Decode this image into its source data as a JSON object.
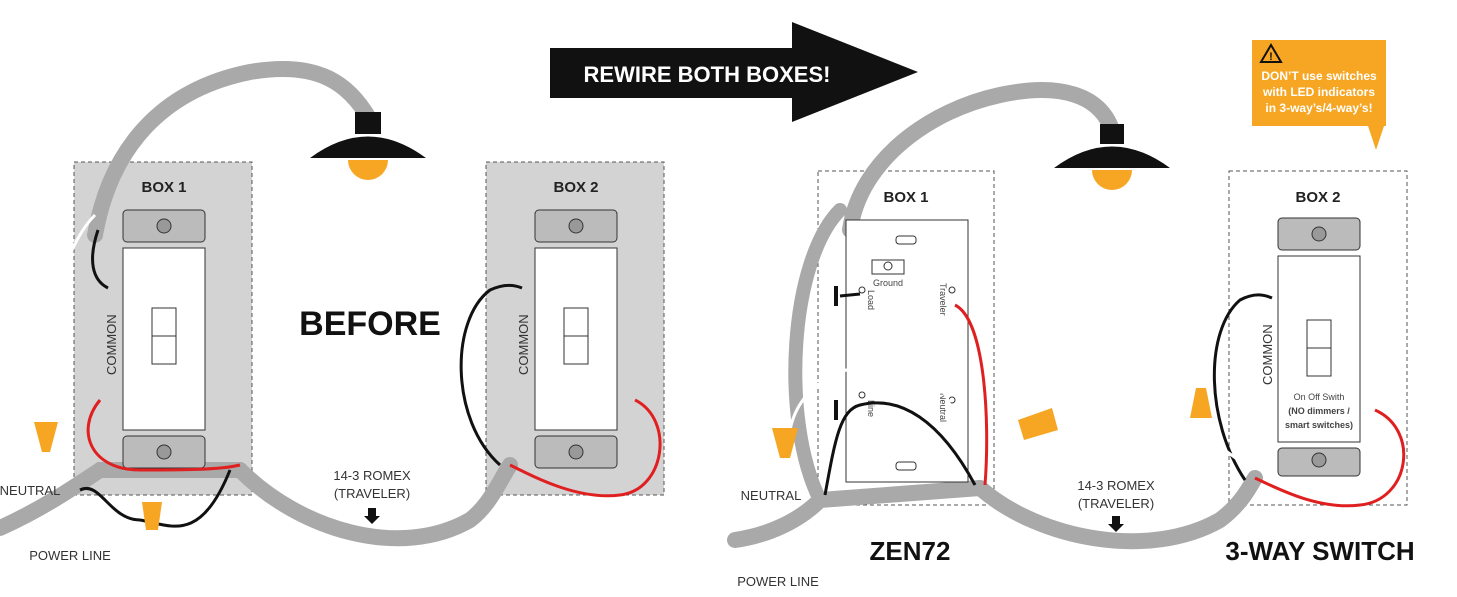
{
  "arrow_banner": "REWIRE BOTH BOXES!",
  "before": {
    "box1_title": "BOX 1",
    "box2_title": "BOX 2",
    "heading": "BEFORE",
    "common_label": "COMMON",
    "neutral_label": "NEUTRAL",
    "power_line_label": "POWER  LINE",
    "romex_line1": "14-3 ROMEX",
    "romex_line2": "(TRAVELER)"
  },
  "after": {
    "box1_title": "BOX 1",
    "box2_title": "BOX 2",
    "zen_label": "ZEN72",
    "three_way_label": "3-WAY SWITCH",
    "neutral_label": "NEUTRAL",
    "power_line_label": "POWER LINE",
    "romex_line1": "14-3 ROMEX",
    "romex_line2": "(TRAVELER)",
    "common_label": "COMMON",
    "terminal_ground": "Ground",
    "terminal_load": "Load",
    "terminal_line": "Line",
    "terminal_traveler": "Traveler",
    "terminal_neutral": "Neutral",
    "switch_note1": "On Off Swith",
    "switch_note2": "(NO dimmers /",
    "switch_note3": "smart switches)"
  },
  "warning": {
    "line1": "DON’T use switches",
    "line2": "with LED indicators",
    "line3": "in 3-way’s/4-way’s!",
    "color": "#f6a623"
  },
  "colors": {
    "box_fill": "#d3d3d3",
    "cable": "#a9a9a9",
    "hot_wire": "#111111",
    "traveler_wire": "#e02020",
    "wire_nut": "#f6a623",
    "bulb": "#f6a623",
    "lamp_shade": "#111111"
  }
}
